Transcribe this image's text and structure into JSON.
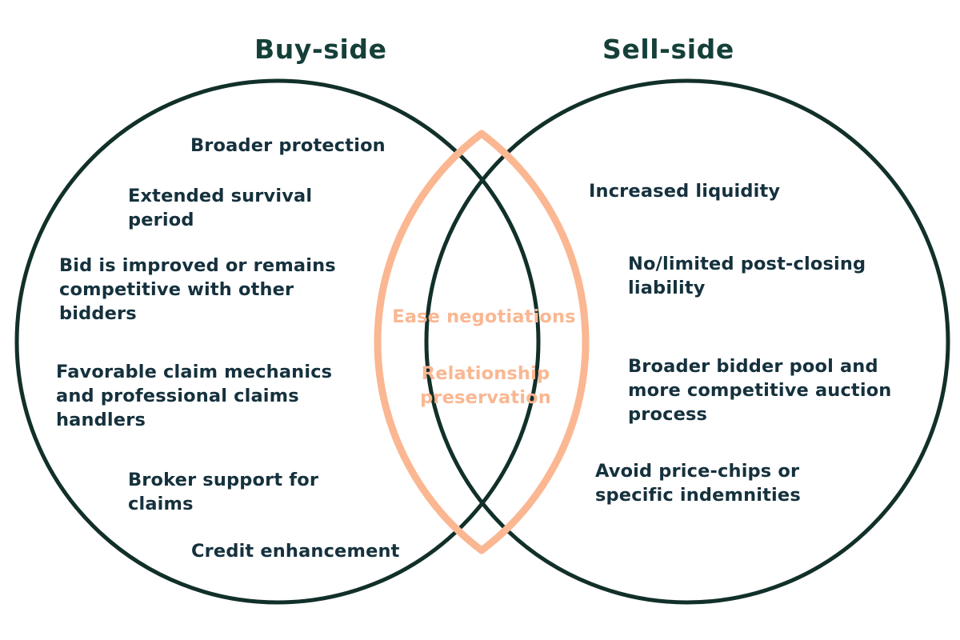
{
  "diagram": {
    "type": "venn",
    "title_left": "Buy-side",
    "title_right": "Sell-side",
    "colors": {
      "circle_stroke": "#12302a",
      "lens_stroke": "#fab792",
      "item_text": "#15313d",
      "center_text": "#fab792",
      "heading_text": "#15403a",
      "background": "#ffffff"
    },
    "left_items": [
      "Broader protection",
      "Extended survival period",
      "Bid is improved or remains competitive with other bidders",
      "Favorable claim mechanics and professional claims handlers",
      "Broker support for claims",
      "Credit enhancement"
    ],
    "right_items": [
      "Increased liquidity",
      "No/limited post-closing liability",
      "Broader bidder pool and more competitive auction process",
      "Avoid price-chips or specific indemnities"
    ],
    "center_items": [
      "Ease negotiations",
      "Relationship preservation"
    ]
  }
}
